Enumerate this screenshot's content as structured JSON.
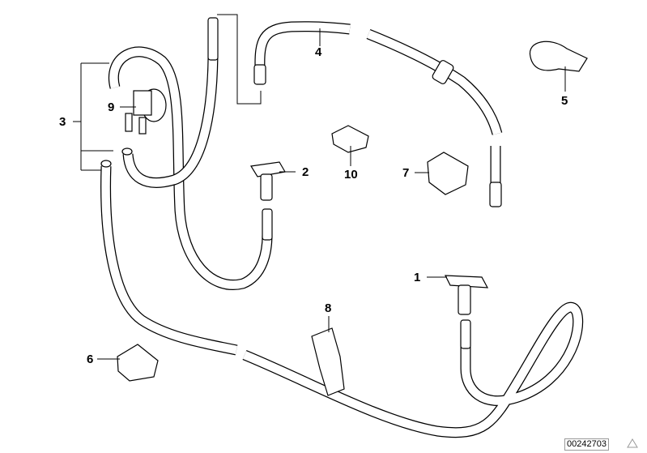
{
  "diagram": {
    "labels": [
      {
        "id": "1",
        "text": "1"
      },
      {
        "id": "2",
        "text": "2"
      },
      {
        "id": "3",
        "text": "3"
      },
      {
        "id": "4",
        "text": "4"
      },
      {
        "id": "5",
        "text": "5"
      },
      {
        "id": "6",
        "text": "6"
      },
      {
        "id": "7",
        "text": "7"
      },
      {
        "id": "8",
        "text": "8"
      },
      {
        "id": "9",
        "text": "9"
      },
      {
        "id": "10",
        "text": "10"
      }
    ],
    "drawing_number": "00242703"
  }
}
